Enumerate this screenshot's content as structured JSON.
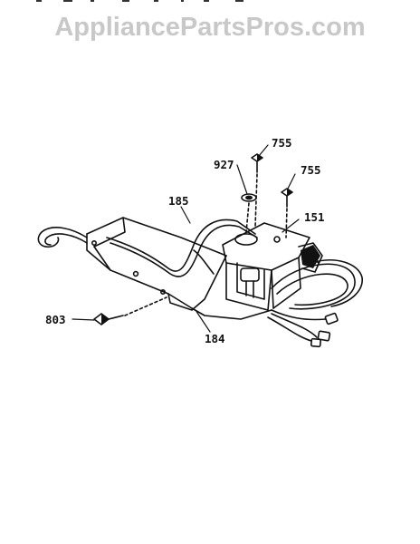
{
  "watermark": "AppliancePartsPros.com",
  "part_labels": {
    "p755a": "755",
    "p927": "927",
    "p755b": "755",
    "p185": "185",
    "p151": "151",
    "p803": "803",
    "p184": "184"
  }
}
